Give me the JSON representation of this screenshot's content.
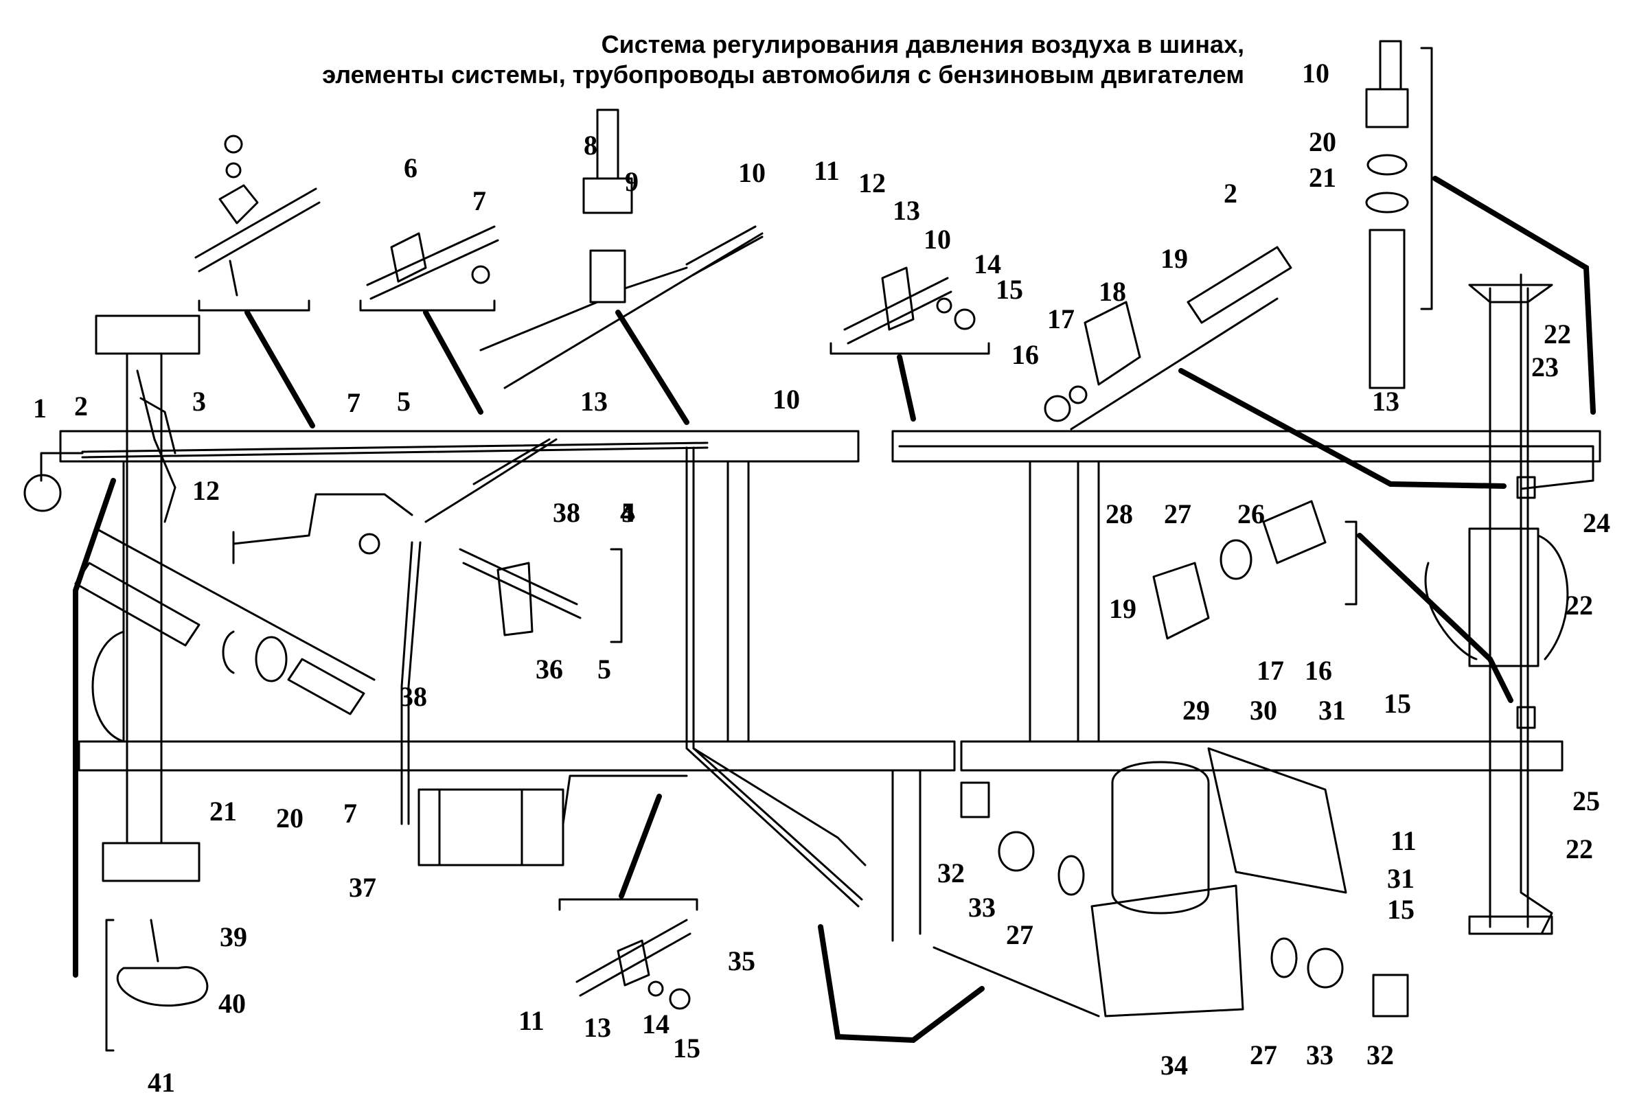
{
  "title": {
    "line1": "Система регулирования давления воздуха в шинах,",
    "line2": "элементы системы, трубопроводы автомобиля с бензиновым двигателем"
  },
  "callouts": [
    "1",
    "2",
    "3",
    "7",
    "5",
    "12",
    "13",
    "10",
    "13",
    "4",
    "5",
    "6",
    "7",
    "8",
    "9",
    "10",
    "11",
    "12",
    "13",
    "10",
    "14",
    "15",
    "2",
    "19",
    "18",
    "17",
    "16",
    "10",
    "20",
    "21",
    "22",
    "23",
    "24",
    "22",
    "22",
    "25",
    "38",
    "4",
    "38",
    "36",
    "5",
    "21",
    "20",
    "7",
    "37",
    "26",
    "27",
    "28",
    "19",
    "17",
    "16",
    "29",
    "30",
    "31",
    "15",
    "11",
    "31",
    "15",
    "32",
    "33",
    "27",
    "34",
    "27",
    "33",
    "32",
    "35",
    "11",
    "13",
    "14",
    "15",
    "39",
    "40",
    "41"
  ],
  "colors": {
    "line": "#000000",
    "background": "#ffffff"
  }
}
